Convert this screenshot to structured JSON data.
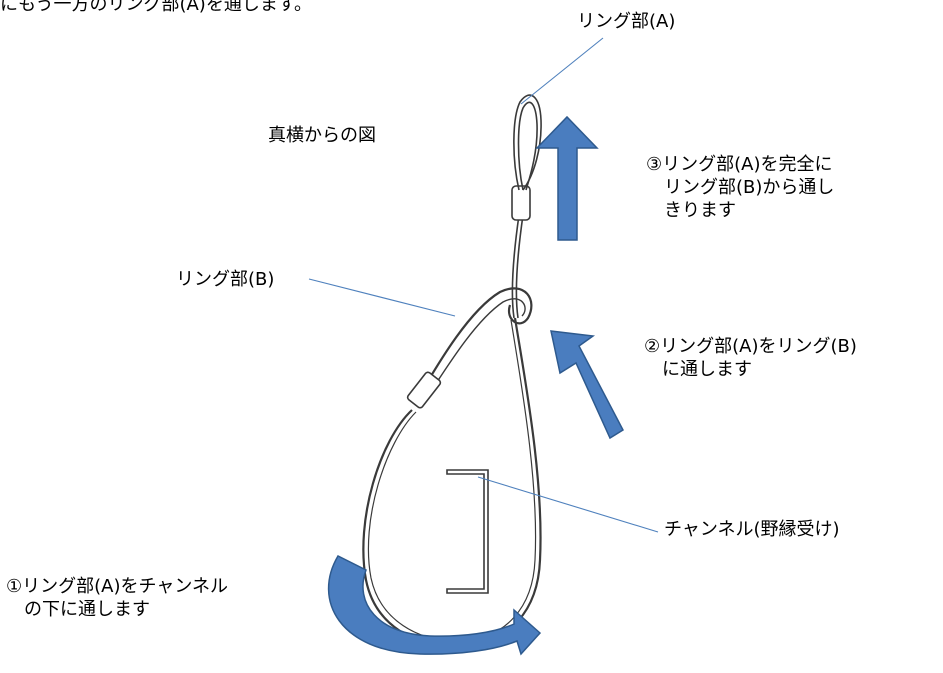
{
  "top_caption": "にもう一方のリング部(A)を通します。",
  "labels": {
    "ring_a": "リング部(A)",
    "ring_b": "リング部(B)",
    "side_view": "真横からの図",
    "channel": "チャンネル(野縁受け)"
  },
  "steps": {
    "step1": [
      "①リング部(A)をチャンネル",
      "　の下に通します"
    ],
    "step2": [
      "②リング部(A)をリング(B)",
      "　に通します"
    ],
    "step3": [
      "③リング部(A)を完全に",
      "　リング部(B)から通し",
      "　きります"
    ]
  },
  "colors": {
    "arrow_fill": "#4a7dbf",
    "arrow_stroke": "#2e5a8e",
    "leader_line": "#4f81bd",
    "wire": "#3a3a3a"
  }
}
